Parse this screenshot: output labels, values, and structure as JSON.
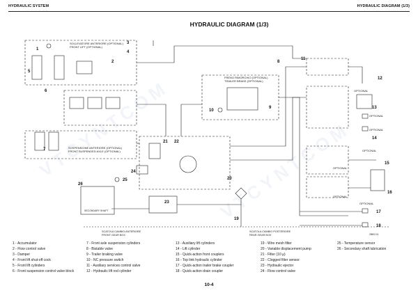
{
  "header": {
    "left": "HYDRAULIC SYSTEM",
    "right": "HYDRAULIC DIAGRAM (1/3)"
  },
  "title": "HYDRAULIC DIAGRAM (1/3)",
  "diagram": {
    "box_front_lift": [
      "SOLLEVATORE ANTERIORE (OPTIONAL)",
      "FRONT LIFT (OPTIONAL)"
    ],
    "box_front_susp": [
      "SOSPENSIONE ANTERIORE (OPTIONAL)",
      "FRONT SUSPENDED AXLE (OPTIONAL)"
    ],
    "box_trailer_brake": [
      "FRENO RIMORCHIO (OPTIONAL)",
      "TRAILER BRAKE (OPTIONAL)"
    ],
    "front_gear_box": [
      "SCATOLA CAMBIO ANTERIORE",
      "FRONT GEAR BOX"
    ],
    "rear_gear_box": [
      "SCATOLA CAMBIO POSTERIORE",
      "REAR GEAR BOX"
    ],
    "secondary_shaft": "SECONDARY SHAFT",
    "optional": "OPTIONAL",
    "drawing_code": "25802-01",
    "callouts": [
      "1",
      "2",
      "3",
      "4",
      "5",
      "6",
      "7",
      "8",
      "9",
      "10",
      "11",
      "12",
      "13",
      "14",
      "15",
      "16",
      "17",
      "18",
      "19",
      "20",
      "21",
      "22",
      "23",
      "24",
      "25",
      "26"
    ]
  },
  "legend": {
    "col1": [
      "1 - Accumulator",
      "2 - Flow control valve",
      "3 - Damper",
      "4 - Front lift shut-off cock",
      "5 - Front lift cylinders",
      "6 - Front suspension control valve block"
    ],
    "col2": [
      "7 - Front axle suspension cylinders",
      "8 - Bistable valve",
      "9 - Trailer braking valve",
      "10 - NC pressure switch",
      "11 - Auxiliary services control valve",
      "12 - Hydraulic lift rod cylinder"
    ],
    "col3": [
      "13 - Auxiliary lift cylinders",
      "14 - Lift cylinder",
      "15 - Quick-action front couplers",
      "16 - Top link hydraulic cylinder",
      "17 - Quick-action trailer brake coupler",
      "18 - Quick-action drain coupler"
    ],
    "col4": [
      "19 - Wire mesh filter",
      "20 - Variable displacement pump",
      "21 - Filter (10 µ)",
      "22 - Clogged filter sensor",
      "23 - Hydraulic ejector",
      "24 - Flow control valve"
    ],
    "col5": [
      "25 - Temperature sensor",
      "26 - Secondary shaft lubrication"
    ]
  },
  "page_number": "10-4"
}
